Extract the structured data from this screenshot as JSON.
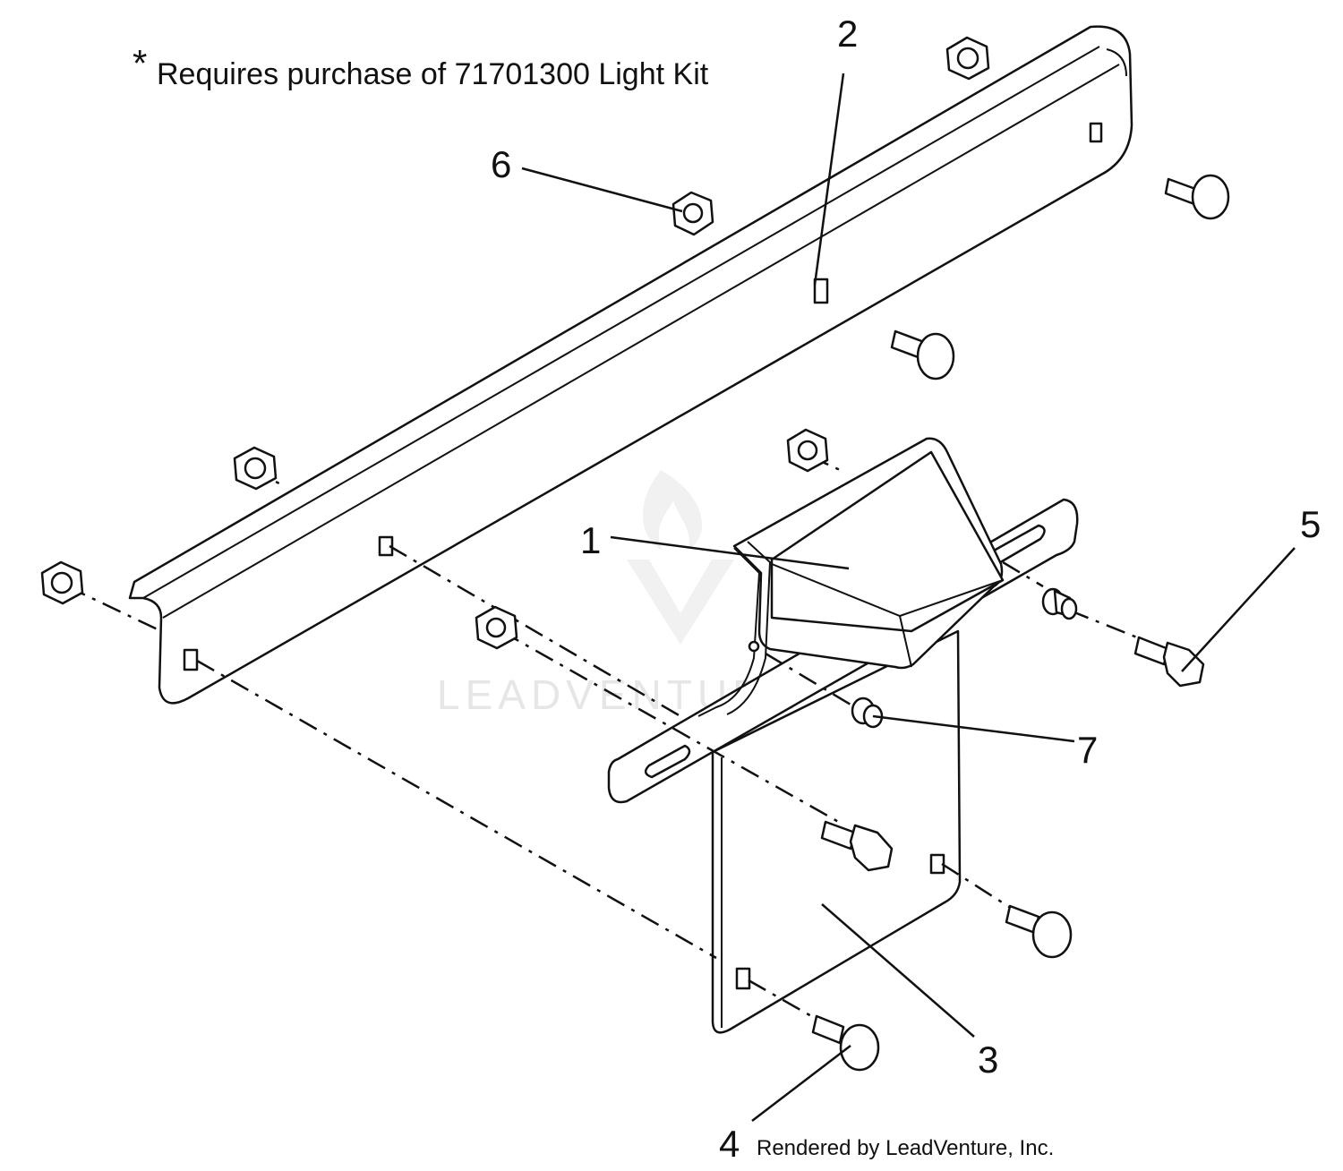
{
  "note": {
    "asterisk": "*",
    "text": "Requires purchase of 71701300 Light Kit"
  },
  "callouts": {
    "c1": "1",
    "c2": "2",
    "c3": "3",
    "c4": "4",
    "c5": "5",
    "c6": "6",
    "c7": "7"
  },
  "watermark": "LEADVENTURE",
  "credit": "Rendered by LeadVenture, Inc.",
  "icons": {
    "watermark_logo": "flame-chevron-logo-icon"
  }
}
